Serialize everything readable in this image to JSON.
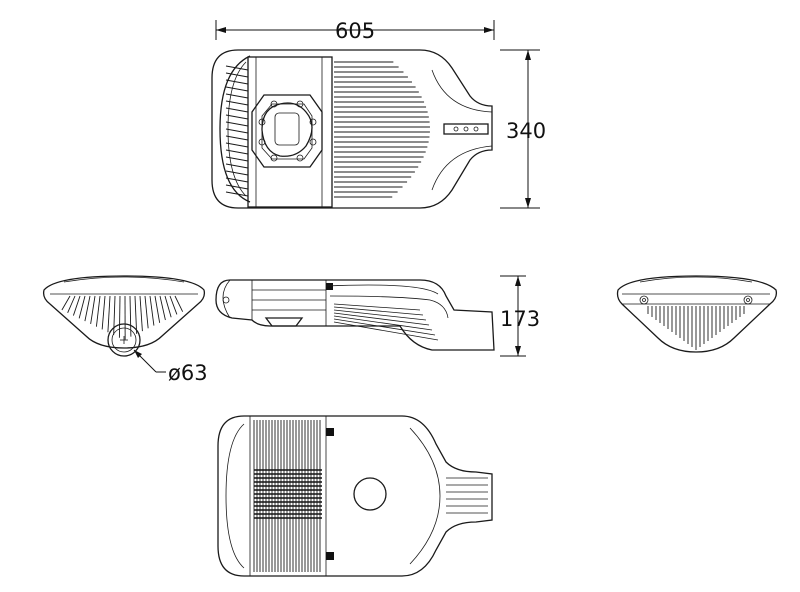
{
  "dimensions": {
    "overall_length": "605",
    "overall_width": "340",
    "height": "173",
    "pole_diameter": "ø63"
  },
  "colors": {
    "line": "#1a1a1a",
    "background": "#ffffff"
  },
  "views": [
    "top-view",
    "side-view",
    "front-view",
    "rear-view",
    "bottom-view"
  ]
}
